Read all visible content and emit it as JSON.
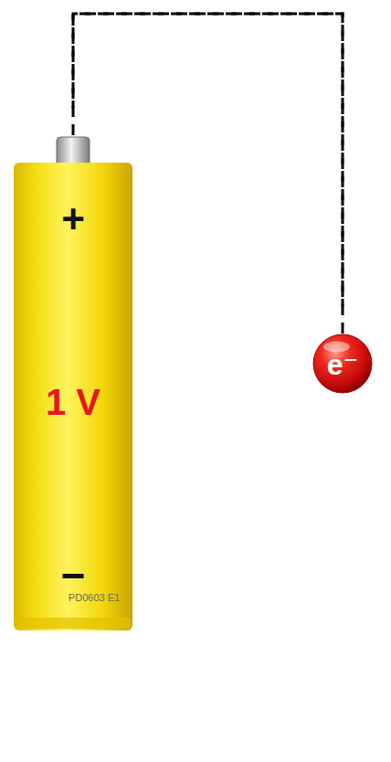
{
  "diagram": {
    "nodes": [
      {
        "text": [
          "+",
          "1 V",
          "−",
          "PD0603 E1"
        ]
      },
      {
        "text": [
          "e⁻"
        ]
      }
    ],
    "edges": [
      {
        "from": 0,
        "to": 1,
        "arrow": "none"
      },
      {
        "from": 1,
        "to": 0,
        "arrow": "none"
      }
    ]
  }
}
